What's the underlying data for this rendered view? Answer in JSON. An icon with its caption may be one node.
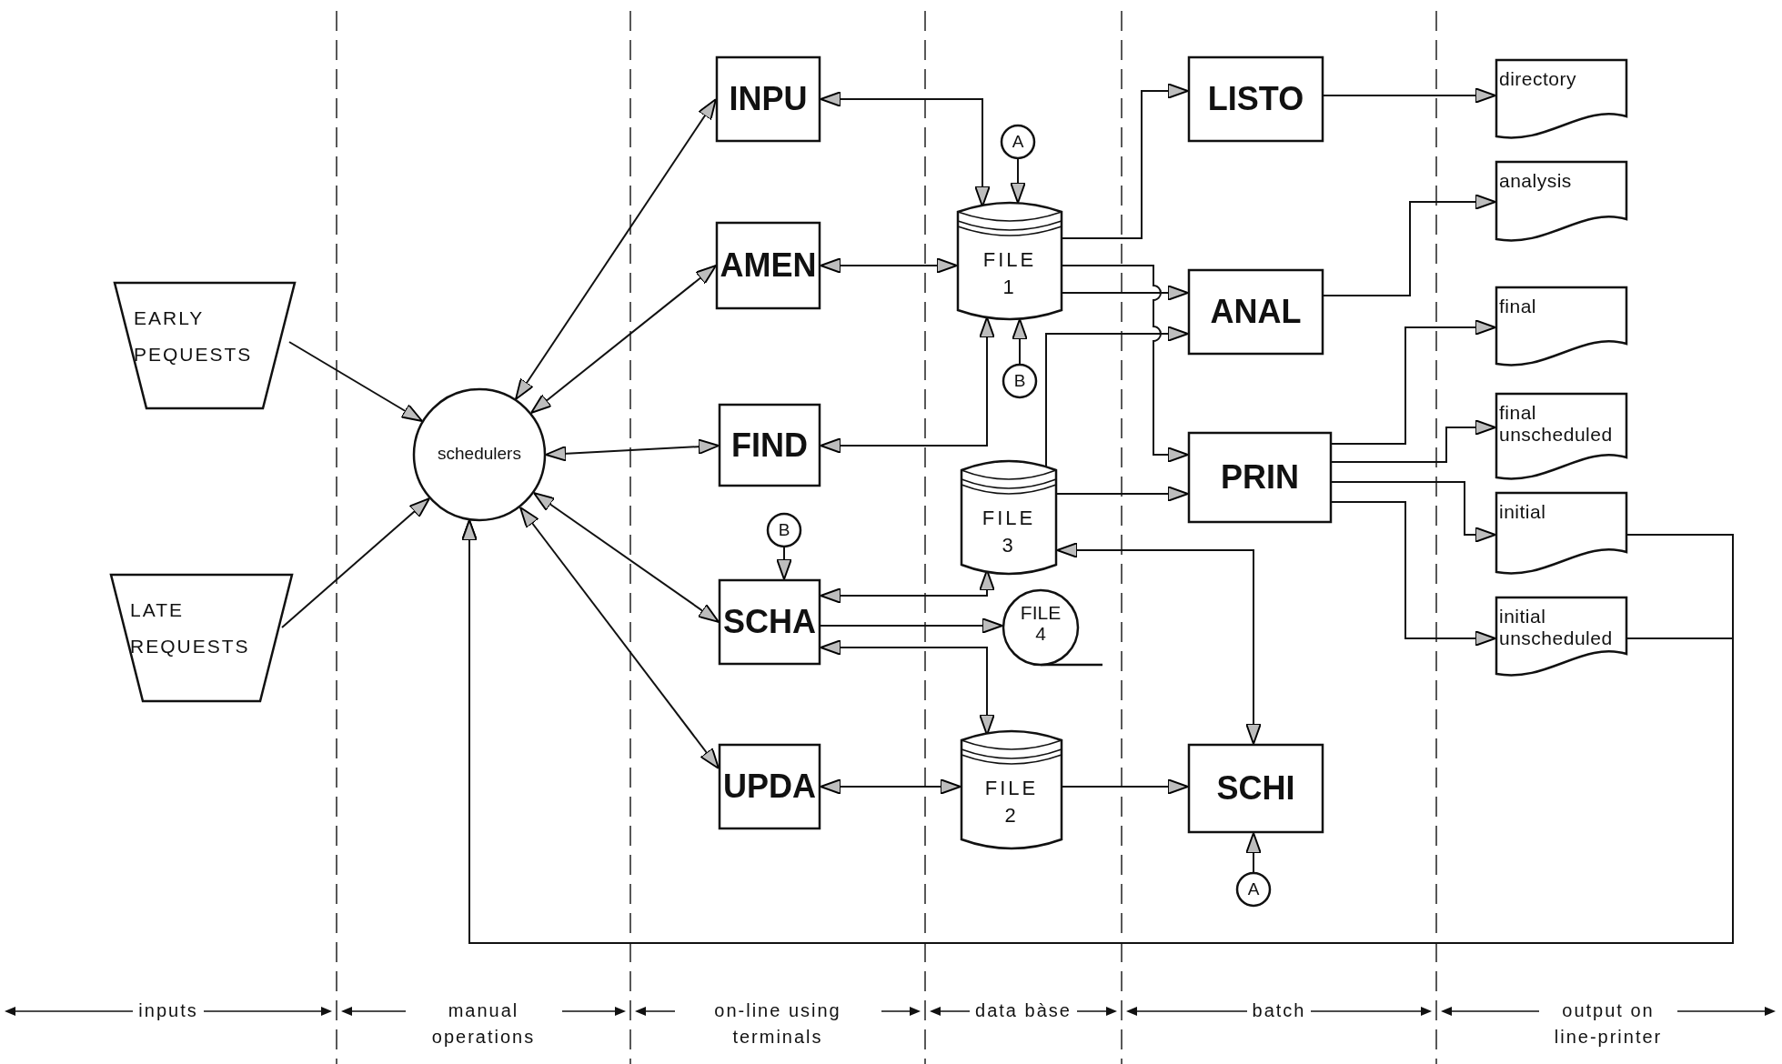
{
  "diagram": {
    "nodes": [
      {
        "text": [
          "EARLY PEQUESTS"
        ]
      },
      {
        "text": [
          "LATE REQUESTS"
        ]
      },
      {
        "text": [
          "schedulers"
        ]
      },
      {
        "text": [
          "INPU"
        ]
      },
      {
        "text": [
          "AMEN"
        ]
      },
      {
        "text": [
          "FIND"
        ]
      },
      {
        "text": [
          "SCHA"
        ]
      },
      {
        "text": [
          "UPDA"
        ]
      },
      {
        "text": [
          "FILE 1"
        ]
      },
      {
        "text": [
          "FILE 3"
        ]
      },
      {
        "text": [
          "FILE 4"
        ]
      },
      {
        "text": [
          "FILE 2"
        ]
      },
      {
        "text": [
          "A"
        ]
      },
      {
        "text": [
          "B"
        ]
      },
      {
        "text": [
          "B"
        ]
      },
      {
        "text": [
          "LISTO"
        ]
      },
      {
        "text": [
          "ANAL"
        ]
      },
      {
        "text": [
          "PRIN"
        ]
      },
      {
        "text": [
          "SCHI"
        ]
      },
      {
        "text": [
          "A"
        ]
      },
      {
        "text": [
          "directory"
        ]
      },
      {
        "text": [
          "analysis"
        ]
      },
      {
        "text": [
          "final"
        ]
      },
      {
        "text": [
          "final unscheduled"
        ]
      },
      {
        "text": [
          "initial"
        ]
      },
      {
        "text": [
          "initial unscheduled"
        ]
      }
    ],
    "edges": [
      {
        "from": 0,
        "to": 2,
        "arrow": "to"
      },
      {
        "from": 1,
        "to": 2,
        "arrow": "to"
      },
      {
        "from": 2,
        "to": 3,
        "arrow": "both"
      },
      {
        "from": 2,
        "to": 4,
        "arrow": "both"
      },
      {
        "from": 2,
        "to": 5,
        "arrow": "both"
      },
      {
        "from": 2,
        "to": 6,
        "arrow": "both"
      },
      {
        "from": 2,
        "to": 7,
        "arrow": "both"
      },
      {
        "from": 3,
        "to": 8,
        "arrow": "both"
      },
      {
        "from": 4,
        "to": 8,
        "arrow": "both"
      },
      {
        "from": 5,
        "to": 8,
        "arrow": "both"
      },
      {
        "from": 12,
        "to": 8,
        "arrow": "to"
      },
      {
        "from": 13,
        "to": 8,
        "arrow": "to"
      },
      {
        "from": 14,
        "to": 6,
        "arrow": "to"
      },
      {
        "from": 6,
        "to": 9,
        "arrow": "both"
      },
      {
        "from": 6,
        "to": 10,
        "arrow": "to"
      },
      {
        "from": 6,
        "to": 11,
        "arrow": "both"
      },
      {
        "from": 7,
        "to": 11,
        "arrow": "both"
      },
      {
        "from": 8,
        "to": 15,
        "arrow": "to"
      },
      {
        "from": 8,
        "to": 17,
        "arrow": "to"
      },
      {
        "from": 8,
        "to": 16,
        "arrow": "to"
      },
      {
        "from": 9,
        "to": 16,
        "arrow": "to"
      },
      {
        "from": 9,
        "to": 17,
        "arrow": "to"
      },
      {
        "from": 18,
        "to": 9,
        "arrow": "both"
      },
      {
        "from": 11,
        "to": 18,
        "arrow": "to"
      },
      {
        "from": 19,
        "to": 18,
        "arrow": "to"
      },
      {
        "from": 15,
        "to": 20,
        "arrow": "to"
      },
      {
        "from": 16,
        "to": 21,
        "arrow": "to"
      },
      {
        "from": 17,
        "to": 22,
        "arrow": "to"
      },
      {
        "from": 17,
        "to": 23,
        "arrow": "to"
      },
      {
        "from": 17,
        "to": 24,
        "arrow": "to"
      },
      {
        "from": 17,
        "to": 25,
        "arrow": "to"
      },
      {
        "from": 24,
        "to": 2,
        "arrow": "to"
      },
      {
        "from": 25,
        "to": 2,
        "arrow": "to"
      }
    ],
    "labels": [
      "inputs",
      "manual operations",
      "on-line using terminals",
      "data bàse",
      "batch",
      "output on line-printer"
    ]
  }
}
